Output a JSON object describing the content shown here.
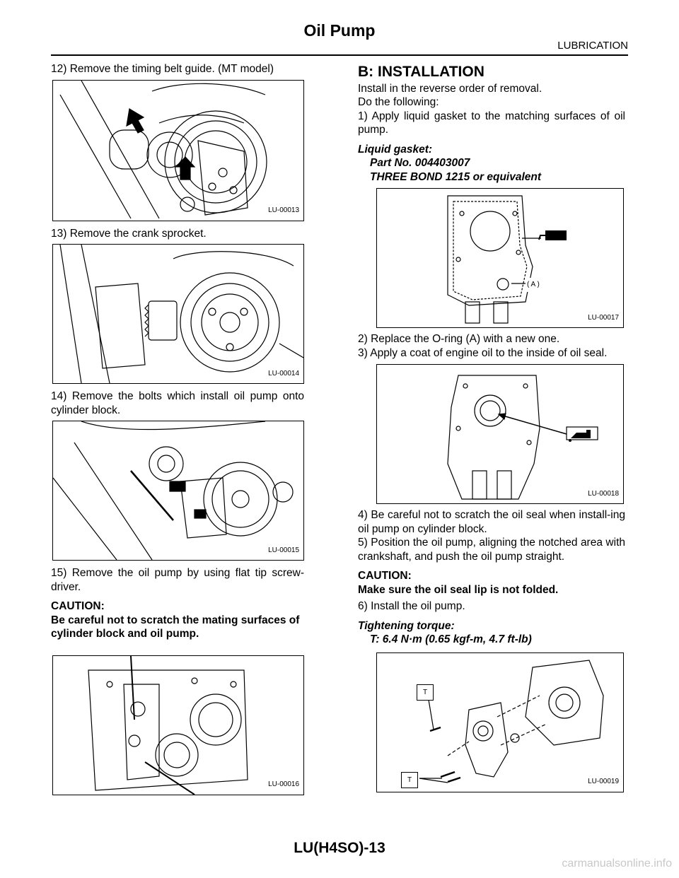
{
  "header": {
    "title": "Oil Pump",
    "section": "LUBRICATION"
  },
  "left_steps": {
    "step12": "12) Remove the timing belt guide. (MT model)",
    "step13": "13) Remove the crank sprocket.",
    "step14": "14) Remove the bolts which install oil pump onto cylinder block.",
    "step15": "15) Remove the oil pump by using flat tip screw-driver.",
    "caution_label": "CAUTION:",
    "caution_text": "Be careful not to scratch the mating surfaces of cylinder block and oil pump."
  },
  "figures": {
    "f13": "LU-00013",
    "f14": "LU-00014",
    "f15": "LU-00015",
    "f16": "LU-00016",
    "f17": "LU-00017",
    "f18": "LU-00018",
    "f19": "LU-00019"
  },
  "installation": {
    "title": "B: INSTALLATION",
    "intro1": "Install in the reverse order of removal.",
    "intro2": "Do the following:",
    "step1": "1) Apply liquid gasket to the matching surfaces of oil pump.",
    "gasket_label": "Liquid gasket:",
    "gasket_part": "Part No. 004403007",
    "gasket_alt": "THREE BOND 1215 or equivalent",
    "callout_a": "( A )",
    "step2": "2) Replace the O-ring (A) with a new one.",
    "step3": "3) Apply a coat of engine oil to the inside of oil seal.",
    "step4": "4) Be careful not to scratch the oil seal when install-ing oil pump on cylinder block.",
    "step5": "5) Position the oil pump, aligning the notched area with crankshaft, and push the oil pump straight.",
    "caution_label": "CAUTION:",
    "caution_text": "Make sure the oil seal lip is not folded.",
    "step6": "6) Install the oil pump.",
    "torque_label": "Tightening torque:",
    "torque_value": "T: 6.4 N·m (0.65 kgf-m, 4.7 ft-lb)",
    "callout_t1": "T",
    "callout_t2": "T"
  },
  "footer": {
    "page": "LU(H4SO)-13",
    "watermark": "carmanualsonline.info"
  }
}
